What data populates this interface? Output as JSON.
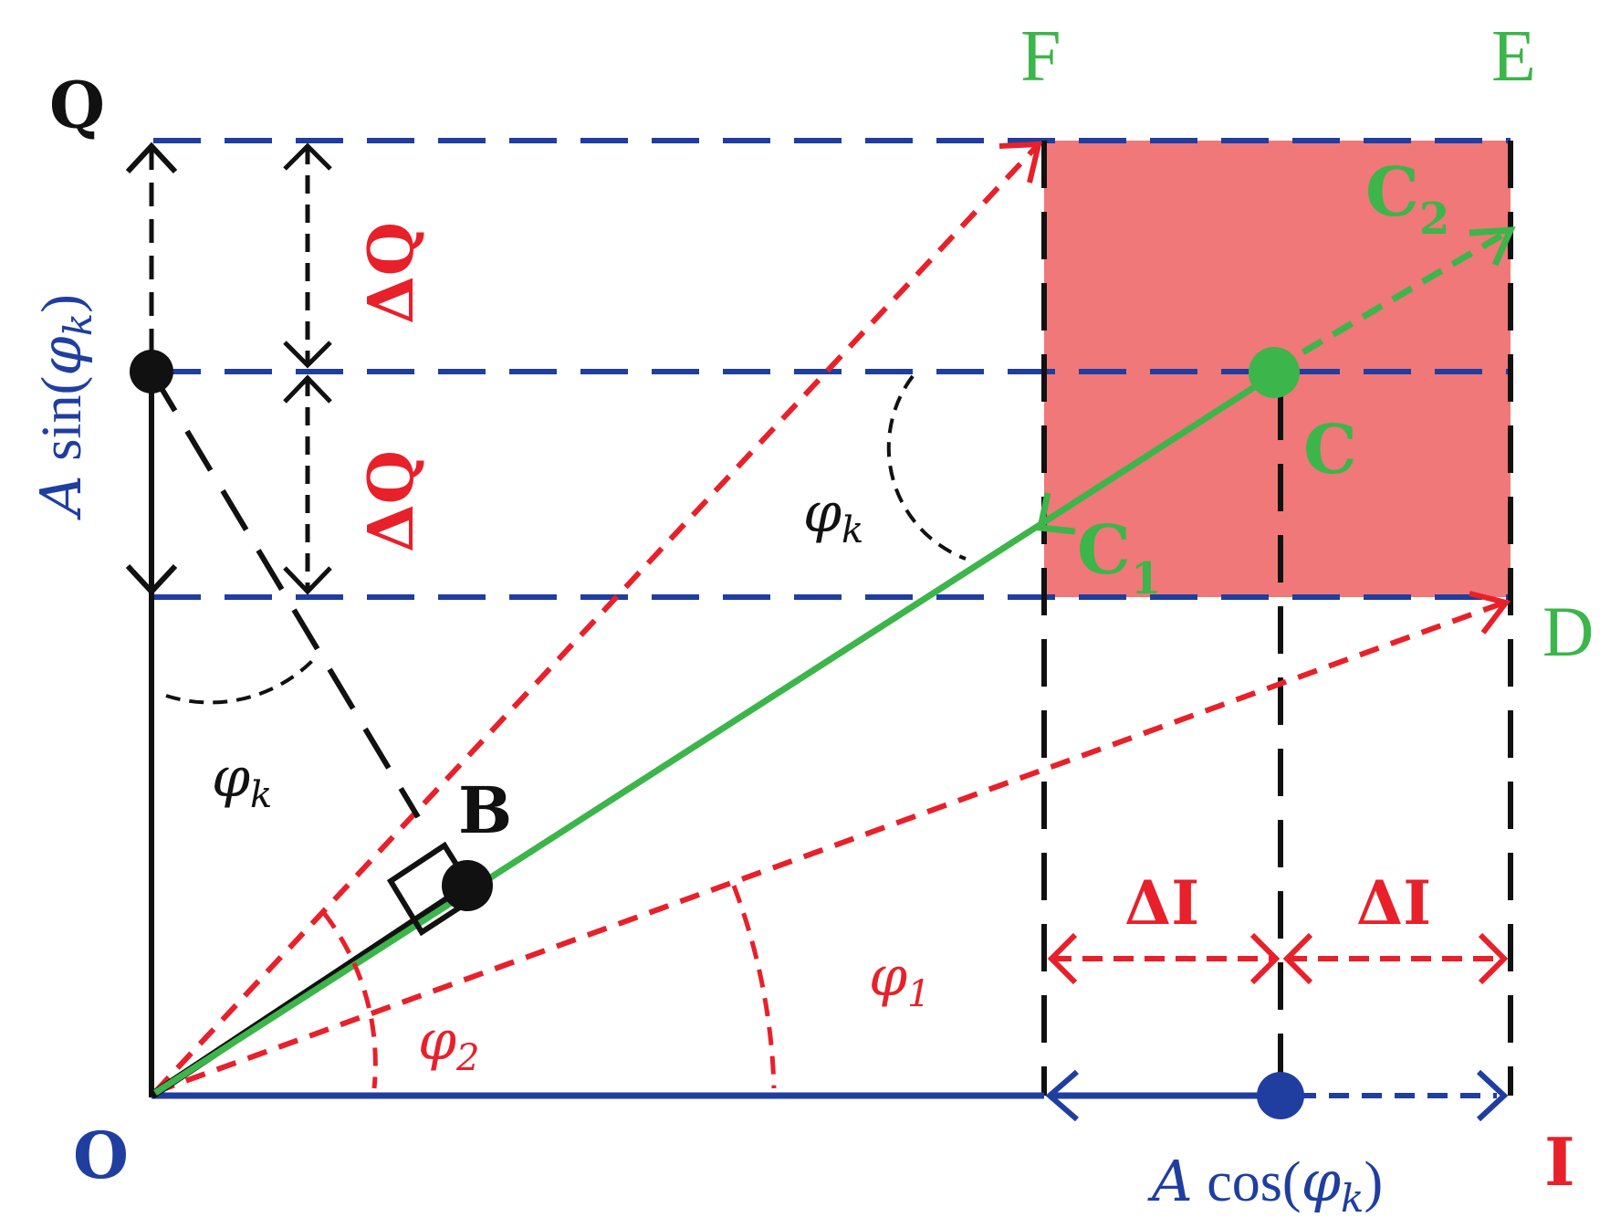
{
  "colors": {
    "blue": "#1f3ea0",
    "red": "#e8202a",
    "green": "#3cb54a",
    "black": "#111111",
    "region_fill": "#f07878"
  },
  "labels": {
    "Q": "Q",
    "O": "O",
    "I": "I",
    "F": "F",
    "E": "E",
    "D": "D",
    "B": "B",
    "C": "C",
    "C1": "C",
    "C1_sub": "1",
    "C2": "C",
    "C2_sub": "2",
    "A_sin": "A",
    "sin_text": " sin(",
    "sin_phi": "φ",
    "sin_k": "k",
    "sin_close": ")",
    "A_cos": "A",
    "cos_text": " cos(",
    "cos_phi": "φ",
    "cos_k": "k",
    "cos_close": ")",
    "deltaQ_upper": "ΔQ",
    "deltaQ_lower": "ΔQ",
    "deltaI_left": "ΔI",
    "deltaI_right": "ΔI",
    "phi_k_upper": "φ",
    "phi_k_upper_sub": "k",
    "phi_k_left": "φ",
    "phi_k_left_sub": "k",
    "phi_1": "φ",
    "phi_1_sub": "1",
    "phi_2": "φ",
    "phi_2_sub": "2"
  }
}
